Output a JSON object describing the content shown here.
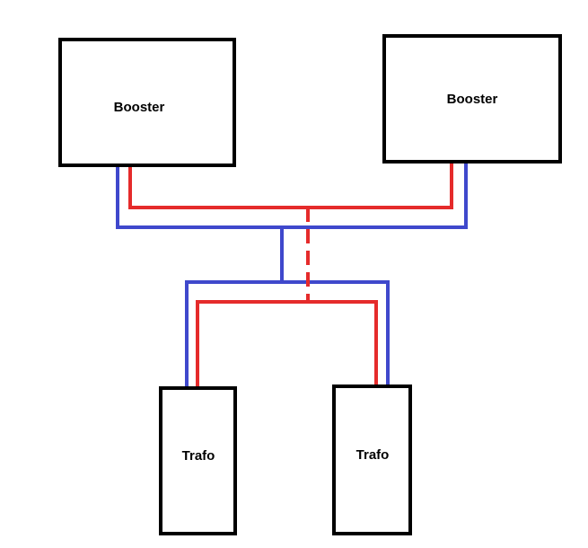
{
  "colors": {
    "background": "#ffffff",
    "box_outline": "#000000",
    "wire_blue": "#3f48cc",
    "wire_red": "#e52b2b"
  },
  "nodes": {
    "booster_left": {
      "label": "Booster"
    },
    "booster_right": {
      "label": "Booster"
    },
    "trafo_left": {
      "label": "Trafo"
    },
    "trafo_right": {
      "label": "Trafo"
    }
  }
}
